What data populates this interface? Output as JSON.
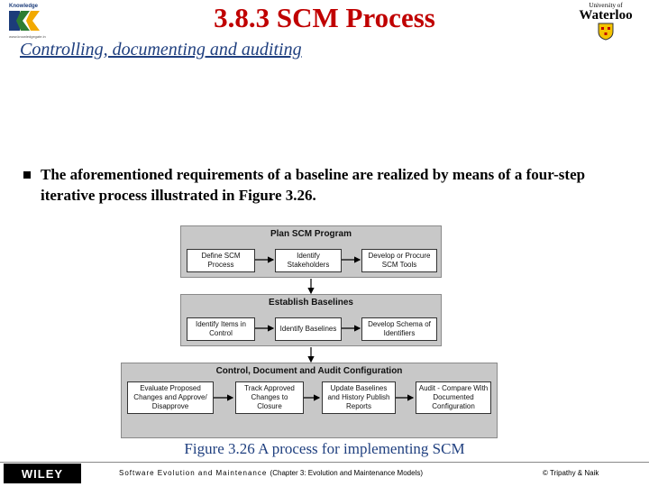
{
  "slide": {
    "title": "3.8.3 SCM Process",
    "subtitle": "Controlling, documenting and auditing",
    "bullet": "The aforementioned requirements of a baseline are realized by means of a four-step iterative process illustrated in Figure 3.26."
  },
  "logos": {
    "left_brand": "Knowledge",
    "left_url": "www.knowledgegate.in",
    "right_top": "University of",
    "right_name": "Waterloo"
  },
  "diagram": {
    "stages": [
      {
        "title": "Plan SCM Program",
        "boxes": [
          "Define SCM Process",
          "Identify Stakeholders",
          "Develop or Procure SCM Tools"
        ]
      },
      {
        "title": "Establish Baselines",
        "boxes": [
          "Identify Items in Control",
          "Identify Baselines",
          "Develop Schema of Identifiers"
        ]
      },
      {
        "title": "Control, Document and Audit Configuration",
        "boxes": [
          "Evaluate Proposed Changes and Approve/ Disapprove",
          "Track Approved Changes to Closure",
          "Update Baselines and History Publish Reports",
          "Audit - Compare With Documented Configuration"
        ]
      }
    ],
    "caption": "Figure 3.26 A process for implementing SCM"
  },
  "footer": {
    "publisher": "WILEY",
    "book": "Software Evolution and Maintenance",
    "chapter": "(Chapter 3: Evolution and Maintenance Models)",
    "copyright": "© Tripathy & Naik"
  },
  "colors": {
    "title": "#c00000",
    "subtitle": "#1f3f7f",
    "stage_fill": "#c8c8c8"
  }
}
